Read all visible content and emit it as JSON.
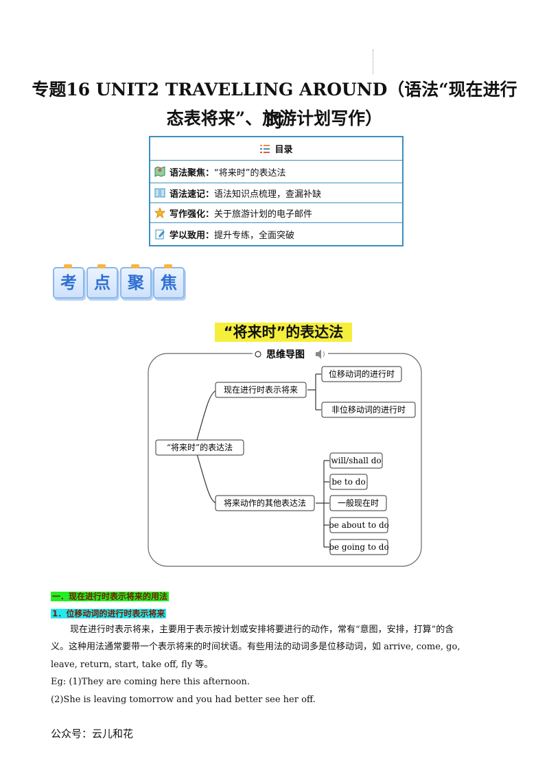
{
  "title": {
    "line1": "专题16 UNIT2 TRAVELLING AROUND（语法“现在进行时",
    "line2": "态表将来”、旅游计划写作）"
  },
  "toc": {
    "heading": "目录",
    "rows": [
      {
        "label": "语法聚焦：",
        "text": "“将来时”的表达法",
        "icon": "map-icon"
      },
      {
        "label": "语法速记：",
        "text": "语法知识点梳理，查漏补缺",
        "icon": "book-icon"
      },
      {
        "label": "写作强化：",
        "text": "关于旅游计划的电子邮件",
        "icon": "star-icon"
      },
      {
        "label": "学以致用：",
        "text": "提升专练，全面突破",
        "icon": "edit-icon"
      }
    ]
  },
  "badges": [
    "考",
    "点",
    "聚",
    "焦"
  ],
  "mindmap": {
    "title": "“将来时”的表达法",
    "header": "思维导图",
    "root": "“将来时”的表达法",
    "branch1": "现在进行时表示将来",
    "branch1_children": [
      "位移动词的进行时",
      "非位移动词的进行时"
    ],
    "branch2": "将来动作的其他表达法",
    "branch2_children": [
      "will/shall do",
      "be to do",
      "一般现在时",
      "be about to do",
      "be going to do"
    ]
  },
  "section": {
    "heading1": "一．现在进行时表示将来的用法",
    "heading2": "1．位移动词的进行时表示将来",
    "para1_line1": "现在进行时表示将来，主要用于表示按计划或安排将要进行的动作，常有“意图，安排，打算”的含",
    "para1_line2": "义。这种用法通常要带一个表示将来的时间状语。有些用法的动词多是位移动词，如 arrive, come, go,",
    "para1_line3": "leave, return, start, take off, fly 等。",
    "eg1": "Eg: (1)They are coming here this afternoon.",
    "eg2": "(2)She is leaving tomorrow and you had better see her off."
  },
  "footer": "公众号：云儿和花",
  "colors": {
    "accent": "#3a8fbf",
    "highlight_green": "#22ee22",
    "highlight_cyan": "#22e8f0",
    "title_yellow": "#f5ef3c"
  }
}
